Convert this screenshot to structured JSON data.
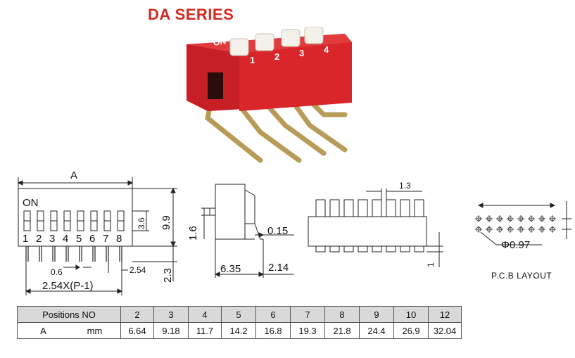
{
  "title": "DA SERIES",
  "photo": {
    "on_label": "ON",
    "switch_numbers": [
      "1",
      "2",
      "3",
      "4"
    ],
    "colors": {
      "body": "#d8262b",
      "knob": "#f4f1ea",
      "pins": "#b99b58"
    }
  },
  "front_view": {
    "dim_a": "A",
    "on_label": "ON",
    "positions": [
      "1",
      "2",
      "3",
      "4",
      "5",
      "6",
      "7",
      "8"
    ],
    "dim_3_6": "3.6",
    "dim_9_9": "9.9",
    "dim_2_3": "2.3",
    "dim_0_6": "0.6",
    "dim_2_54": "2.54",
    "dim_pitch": "2.54X(P-1)"
  },
  "side_view": {
    "dim_1_6": "1.6",
    "dim_0_15": "0.15",
    "dim_6_35": "6.35",
    "dim_2_14": "2.14"
  },
  "top_view": {
    "dim_1_3": "1.3",
    "dim_1": "1"
  },
  "pcb_layout": {
    "dim_phi": "Φ0.97",
    "caption": "P.C.B LAYOUT"
  },
  "table": {
    "header_label": "Positions NO",
    "row_label": "A",
    "row_unit": "mm",
    "columns": [
      {
        "pos": "2",
        "a": "6.64"
      },
      {
        "pos": "3",
        "a": "9.18"
      },
      {
        "pos": "4",
        "a": "11.7"
      },
      {
        "pos": "5",
        "a": "14.2"
      },
      {
        "pos": "6",
        "a": "16.8"
      },
      {
        "pos": "7",
        "a": "19.3"
      },
      {
        "pos": "8",
        "a": "21.8"
      },
      {
        "pos": "9",
        "a": "24.4"
      },
      {
        "pos": "10",
        "a": "26.9"
      },
      {
        "pos": "12",
        "a": "32.04"
      }
    ]
  }
}
